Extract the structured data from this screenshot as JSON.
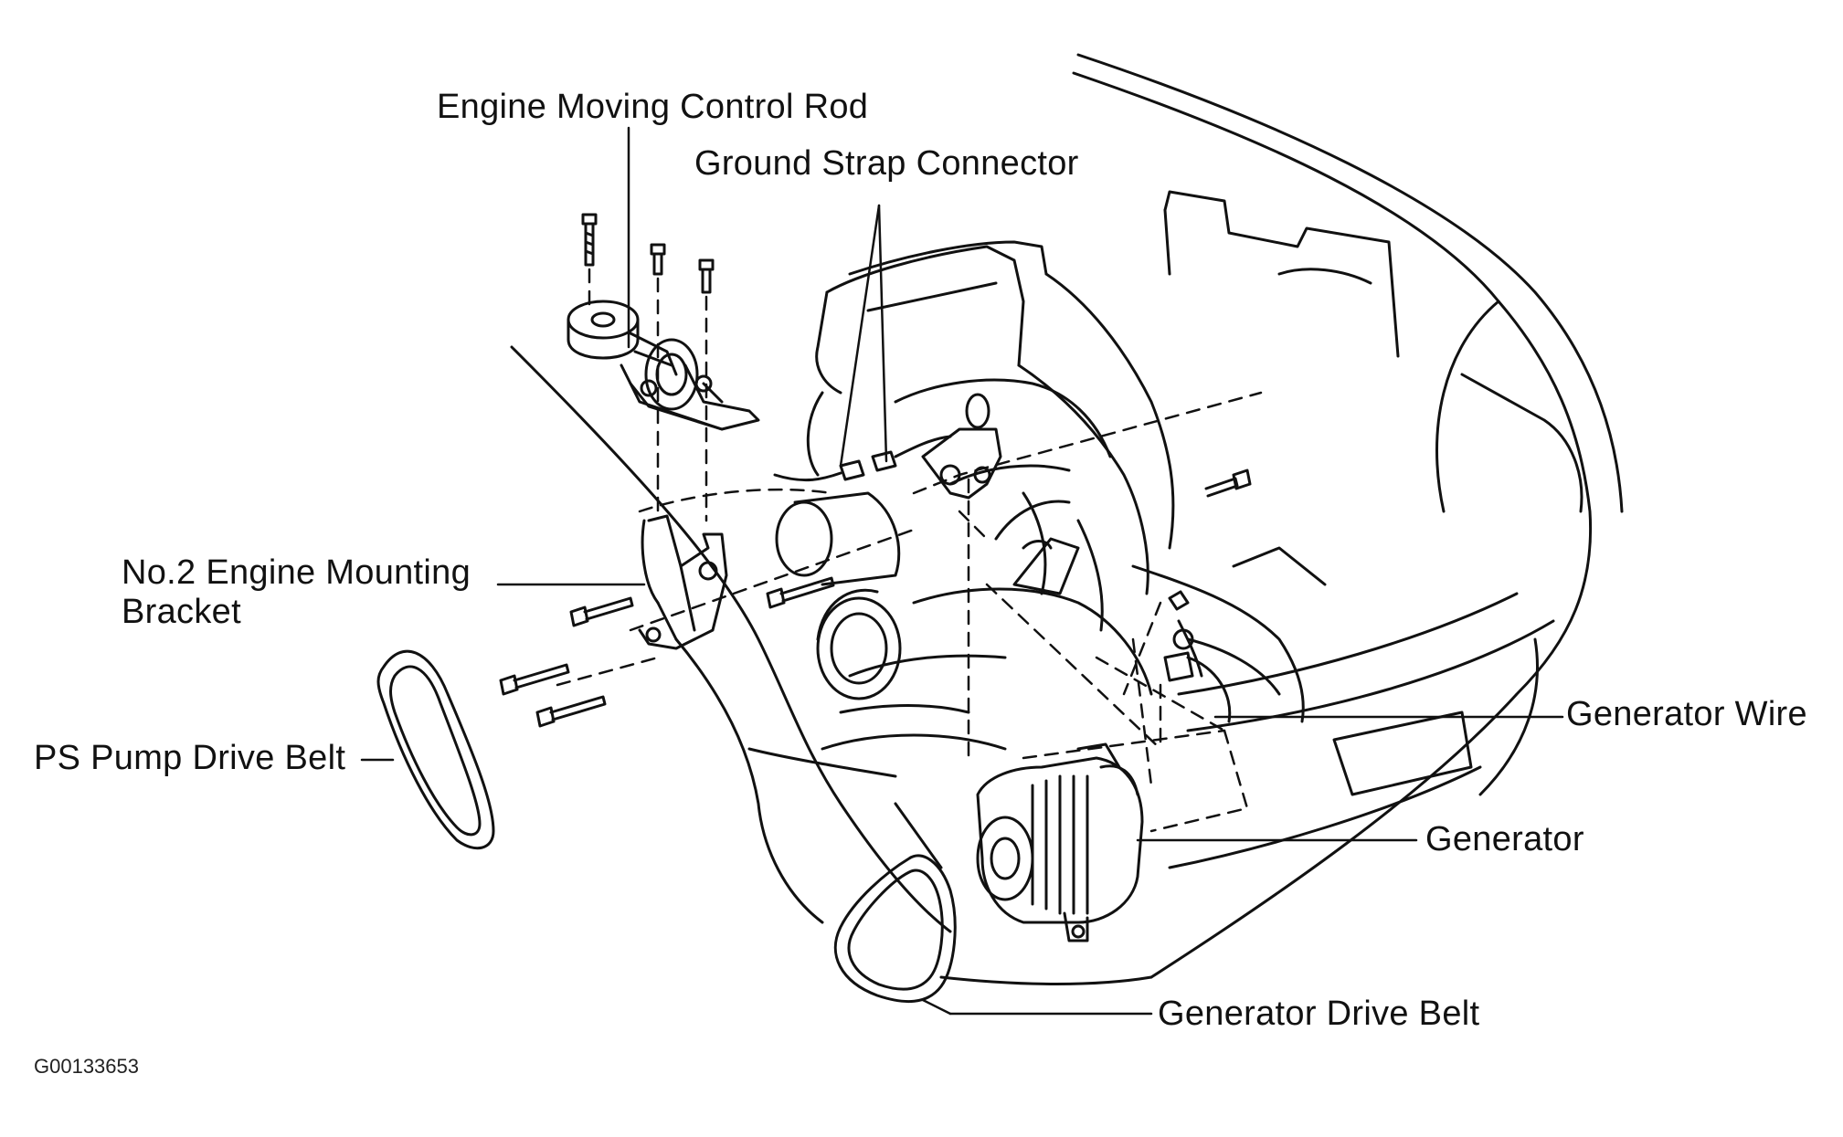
{
  "labels": {
    "engine_moving_control_rod": "Engine Moving Control Rod",
    "ground_strap_connector": "Ground Strap Connector",
    "no2_engine_mounting_bracket_line1": "No.2 Engine Mounting",
    "no2_engine_mounting_bracket_line2": "Bracket",
    "ps_pump_drive_belt": "PS Pump Drive Belt",
    "generator_wire": "Generator Wire",
    "generator": "Generator",
    "generator_drive_belt": "Generator Drive Belt"
  },
  "figure_code": "G00133653"
}
